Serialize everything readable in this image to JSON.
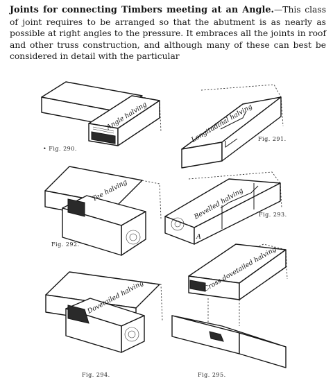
{
  "paragraph": {
    "lead": "Joints for connecting Timbers meeting at an Angle.",
    "body": "—This class of joint requires to be arranged so that the abutment is as nearly as possible at right angles to the pressure. It embraces all the joints in roof and other truss construction, and although many of these can best be considered in detail with the particular"
  },
  "figures": [
    {
      "caption": "• Fig. 290.",
      "label": "Angle halving"
    },
    {
      "caption": "Fig. 291.",
      "label": "Longitudinal halving"
    },
    {
      "caption": "Fig. 292.",
      "label": "Tee halving"
    },
    {
      "caption": "Fig. 293.",
      "label": "Bevelled halving"
    },
    {
      "caption": "Fig. 294.",
      "label": "Dovetailed halving"
    },
    {
      "caption": "Fig. 295.",
      "label": "Cross dovetailed halving"
    }
  ],
  "annotations": {
    "a": "A"
  }
}
